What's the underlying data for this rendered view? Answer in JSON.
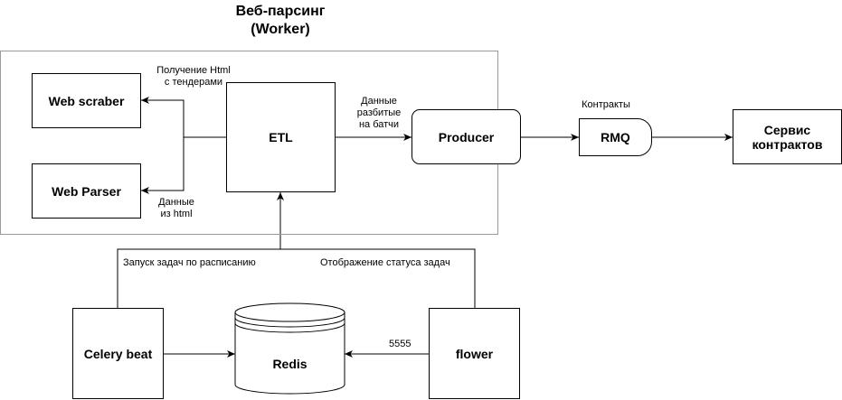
{
  "title": {
    "line1": "Веб-парсинг",
    "line2": "(Worker)"
  },
  "nodes": {
    "web_scraber": "Web scraber",
    "web_parser": "Web Parser",
    "etl": "ETL",
    "producer": "Producer",
    "rmq": "RMQ",
    "contract_service_line1": "Сервис",
    "contract_service_line2": "контрактов",
    "celery_beat": "Celery beat",
    "redis": "Redis",
    "flower": "flower"
  },
  "edge_labels": {
    "get_html_line1": "Получение Html",
    "get_html_line2": "с тендерами",
    "html_data_line1": "Данные",
    "html_data_line2": "из html",
    "batch_data_line1": "Данные",
    "batch_data_line2": "разбитые",
    "batch_data_line3": "на батчи",
    "contracts": "Контракты",
    "schedule_tasks": "Запуск задач по расписанию",
    "task_status": "Отображение статуса задач",
    "port": "5555"
  },
  "colors": {
    "line": "#000000",
    "group_border": "#9a9a9a",
    "background": "#ffffff"
  }
}
